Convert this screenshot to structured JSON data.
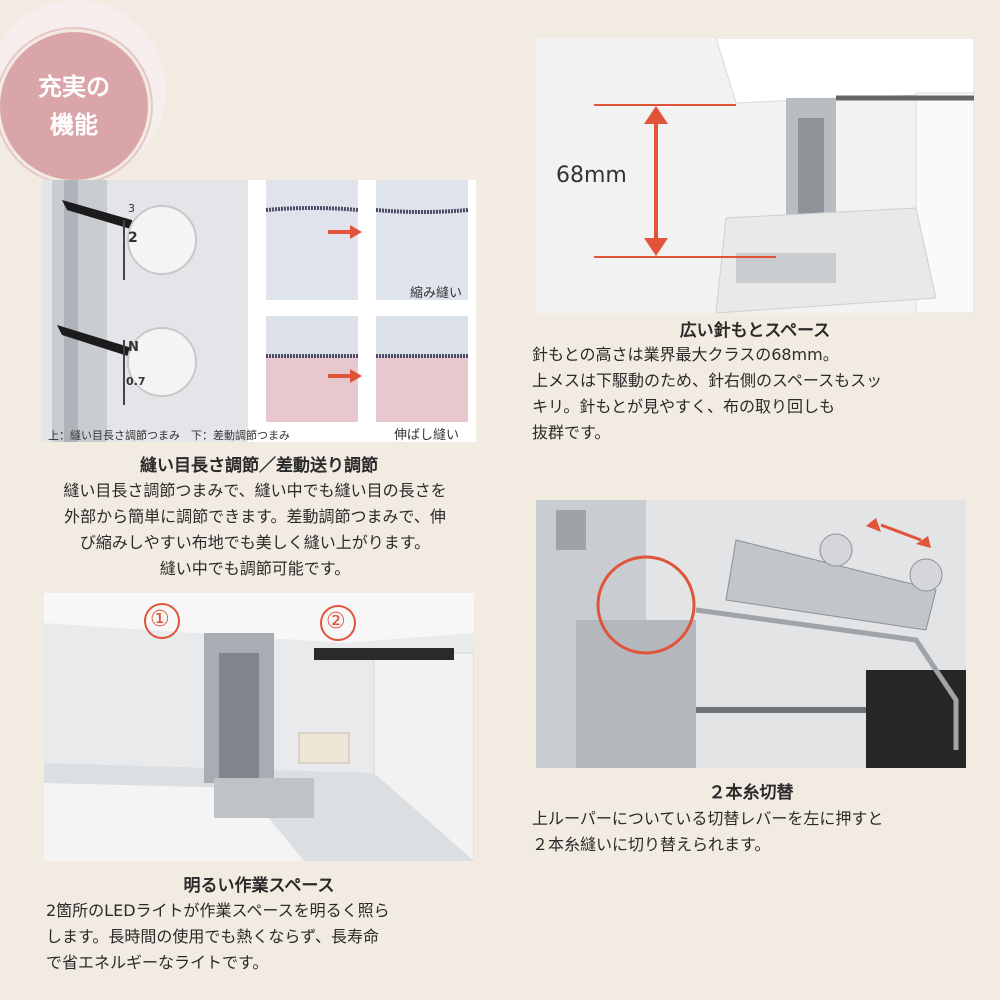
{
  "badge": {
    "line1": "充実の",
    "line2": "機能"
  },
  "panel1": {
    "caption_bottom": "上：縫い目長さ調節つまみ　下：差動調節つまみ",
    "dial_top_marks": [
      "3",
      "2"
    ],
    "dial_bottom_marks": [
      "N",
      "0.7"
    ],
    "label_shrink": "縮み縫い",
    "label_stretch": "伸ばし縫い",
    "title": "縫い目長さ調節／差動送り調節",
    "text": [
      "縫い目長さ調節つまみで、縫い中でも縫い目の長さを",
      "外部から簡単に調節できます。差動調節つまみで、伸",
      "び縮みしやすい布地でも美しく縫い上がります。",
      "縫い中でも調節可能です。"
    ]
  },
  "panel2": {
    "measure_label": "68mm",
    "title": "広い針もとスペース",
    "text": [
      "針もとの高さは業界最大クラスの68mm。",
      "上メスは下駆動のため、針右側のスペースもスッ",
      "キリ。針もとが見やすく、布の取り回しも",
      "抜群です。"
    ]
  },
  "panel3": {
    "marker1": "①",
    "marker2": "②",
    "title": "明るい作業スペース",
    "text": [
      "2箇所のLEDライトが作業スペースを明るく照ら",
      "します。長時間の使用でも熱くならず、長寿命",
      "で省エネルギーなライトです。"
    ]
  },
  "panel4": {
    "title": "２本糸切替",
    "text": [
      "上ルーパーについている切替レバーを左に押すと",
      "２本糸縫いに切り替えられます。"
    ]
  },
  "colors": {
    "accent": "#e0553a",
    "badge": "#d9a5a9",
    "background": "#f2ebe2"
  }
}
